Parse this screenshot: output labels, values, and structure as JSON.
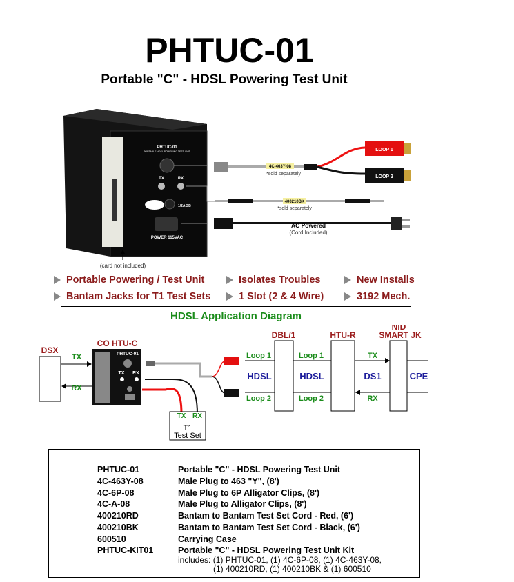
{
  "header": {
    "title": "PHTUC-01",
    "subtitle": "Portable \"C\" - HDSL Powering Test Unit"
  },
  "photo": {
    "panel_title": "PHTUC-01",
    "panel_subtitle": "PORTABLE HDSL POWERING TEST UNIT",
    "tx": "TX",
    "rx": "RX",
    "fuse": "1/2A SB",
    "power": "POWER 115VAC",
    "cable1_label": "4C-463Y-08",
    "cable1_note": "*sold separately",
    "loop1": "LOOP 1",
    "loop2": "LOOP 2",
    "cable2_label": "400210BK",
    "cable2_note": "*sold separately",
    "ac_title": "AC Powered",
    "ac_note": "(Cord Included)",
    "card_note": "(card not included)"
  },
  "features": [
    {
      "label": "Portable Powering / Test Unit"
    },
    {
      "label": "Isolates Troubles"
    },
    {
      "label": "New Installs"
    },
    {
      "label": "Bantam Jacks for T1 Test Sets"
    },
    {
      "label": "1 Slot (2 & 4 Wire)"
    },
    {
      "label": "3192 Mech."
    }
  ],
  "diagram": {
    "title": "HDSL Application Diagram",
    "dsx": "DSX",
    "co": "CO HTU-C",
    "unit": "PHTUC-01",
    "tx": "TX",
    "rx": "RX",
    "testset_tx": "TX",
    "testset_rx": "RX",
    "testset_1": "T1",
    "testset_2": "Test Set",
    "dbl": "DBL/1",
    "htur": "HTU-R",
    "nid1": "NID",
    "nid2": "SMART JK",
    "loop1": "Loop 1",
    "loop2": "Loop 2",
    "hdsl": "HDSL",
    "ds1": "DS1",
    "cpe": "CPE"
  },
  "parts": [
    {
      "part": "PHTUC-01",
      "desc": "Portable \"C\" - HDSL Powering Test Unit"
    },
    {
      "part": "4C-463Y-08",
      "desc": "Male Plug to 463 \"Y\", (8')"
    },
    {
      "part": "4C-6P-08",
      "desc": "Male Plug to 6P Alligator Clips, (8')"
    },
    {
      "part": "4C-A-08",
      "desc": "Male Plug to Alligator Clips, (8')"
    },
    {
      "part": "400210RD",
      "desc": "Bantam to Bantam Test Set Cord - Red, (6')"
    },
    {
      "part": "400210BK",
      "desc": "Bantam to Bantam Test Set Cord - Black, (6')"
    },
    {
      "part": "600510",
      "desc": "Carrying Case"
    },
    {
      "part": "PHTUC-KIT01",
      "desc": "Portable \"C\" - HDSL Powering Test Unit Kit"
    }
  ],
  "kit_includes": [
    "includes: (1) PHTUC-01, (1) 4C-6P-08, (1) 4C-463Y-08,",
    "(1) 400210RD, (1) 400210BK & (1) 600510"
  ],
  "colors": {
    "feature_text": "#8b1c1c",
    "diagram_title": "#1a8c1a",
    "diagram_label_red": "#9b1c1c",
    "diagram_label_green": "#1a8c1a",
    "diagram_label_blue": "#1c1c9b"
  }
}
